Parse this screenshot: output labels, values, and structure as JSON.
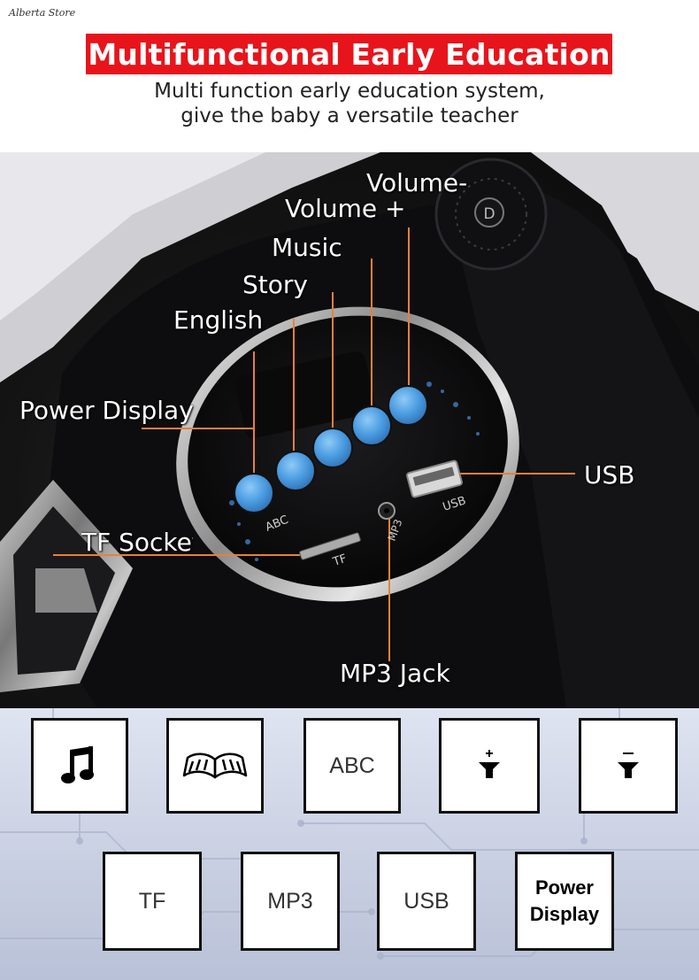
{
  "store_name": "Alberta Store",
  "banner_title": "Multifunctional Early Education",
  "subtitle_line1": "Multi function early education system,",
  "subtitle_line2": "give the baby a versatile teacher",
  "panel": {
    "labels": {
      "volume_minus": "Volume-",
      "volume_plus": "Volume +",
      "music": "Music",
      "story": "Story",
      "english": "English",
      "power_display": "Power Display",
      "usb": "USB",
      "tf_socket": "TF Socket",
      "mp3_jack": "MP3 Jack"
    },
    "printed": {
      "abc": "ABC",
      "tf": "TF",
      "mp3": "MP3",
      "usb": "USB",
      "dial_letter": "D"
    }
  },
  "tiles": [
    {
      "icon": "music-note-icon"
    },
    {
      "icon": "open-book-icon"
    },
    {
      "text": "ABC"
    },
    {
      "icon": "volume-plus-icon"
    },
    {
      "icon": "volume-minus-icon"
    },
    {
      "text": "TF"
    },
    {
      "text": "MP3"
    },
    {
      "text": "USB"
    },
    {
      "text_line1": "Power",
      "text_line2": "Display"
    }
  ],
  "colors": {
    "banner_red": "#e8141b",
    "button_blue": "#4a9be0",
    "leader_orange": "#e8803a"
  }
}
